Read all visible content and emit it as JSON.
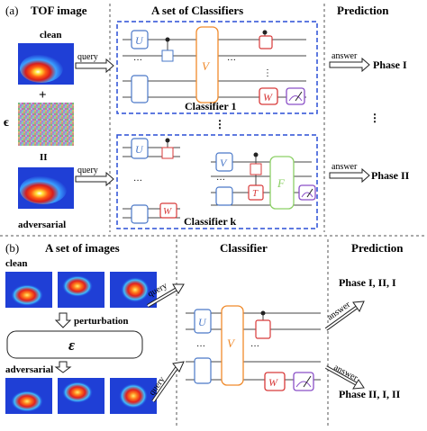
{
  "colors": {
    "dashed_box": "#2a4fd6",
    "u_gate": "#4a78c8",
    "v_gate": "#f08a2b",
    "red_gate": "#d83a3a",
    "t_gate": "#d83a3a",
    "f_gate": "#8cd066",
    "measure": "#8a4fc7",
    "wire": "#444444",
    "heat_bg": "#1f3fd6",
    "heat_hot": "#ff2a1a"
  },
  "panel_a": {
    "label": "(a)",
    "tof_title": "TOF image",
    "classifiers_title": "A set of Classifiers",
    "prediction_title": "Prediction",
    "clean_label": "clean",
    "plus_sign": "+",
    "epsilon": "ϵ",
    "equals_sign": "II",
    "adversarial_label": "adversarial",
    "query_top": "query",
    "query_bottom": "query",
    "answer_top": "answer",
    "answer_bottom": "answer",
    "phase_top": "Phase I",
    "phase_bottom": "Phase II",
    "classifier_1": "Classifier 1",
    "classifier_k": "Classifier k",
    "dots_vertical": "⋮",
    "gate_u": "U",
    "gate_v": "V",
    "gate_w": "W",
    "gate_t": "T",
    "gate_f": "F",
    "ellipsis": "···"
  },
  "panel_b": {
    "label": "(b)",
    "images_title": "A set of images",
    "classifier_title": "Classifier",
    "prediction_title": "Prediction",
    "clean_label": "clean",
    "perturbation_label": "perturbation",
    "epsilon": "ε",
    "adversarial_label": "adversarial",
    "query_top": "query",
    "query_bottom": "query",
    "answer_top": "answer",
    "answer_bottom": "answer",
    "phase_top": "Phase I, II, I",
    "phase_bottom": "Phase II, I, II",
    "gate_u": "U",
    "gate_v": "V",
    "gate_w": "W",
    "ellipsis": "···"
  }
}
